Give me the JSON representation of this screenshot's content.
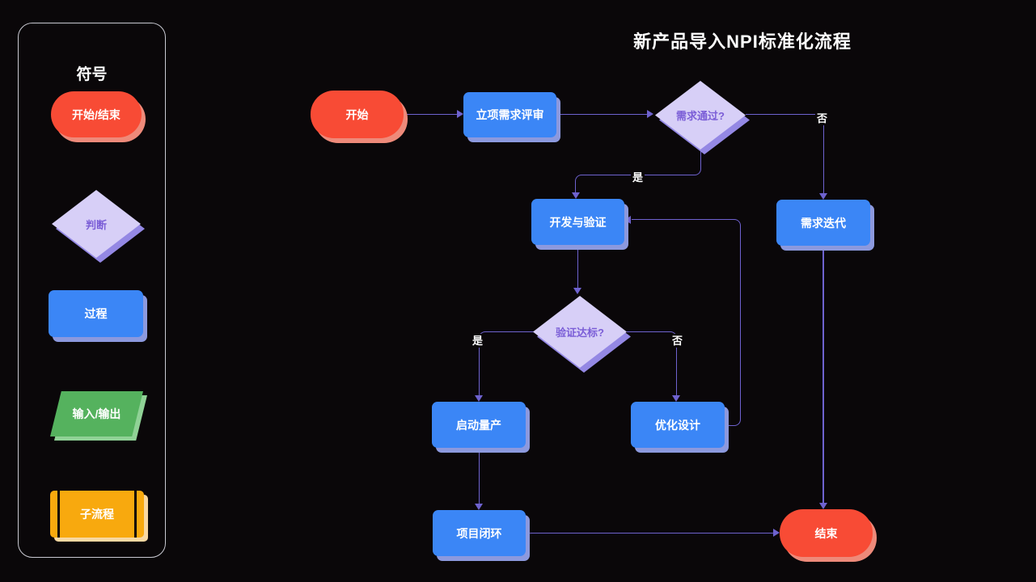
{
  "title": "新产品导入NPI标准化流程",
  "palette": {
    "background": "#0a0709",
    "terminator_red": "#f84b35",
    "process_blue": "#3b86f6",
    "decision_lavender": "#d7cff7",
    "decision_text": "#7b5ed7",
    "io_green": "#55b25e",
    "subprocess_yellow": "#f8a90e",
    "edge_purple": "#6e62cf",
    "text_white": "#ffffff"
  },
  "legend": {
    "title": "符号",
    "items": [
      {
        "type": "terminator",
        "label": "开始/结束"
      },
      {
        "type": "decision",
        "label": "判断"
      },
      {
        "type": "process",
        "label": "过程"
      },
      {
        "type": "io",
        "label": "输入/输出"
      },
      {
        "type": "subprocess",
        "label": "子流程"
      }
    ]
  },
  "flow": {
    "nodes": {
      "start": {
        "type": "terminator",
        "label": "开始"
      },
      "review": {
        "type": "process",
        "label": "立项需求评审"
      },
      "req_pass": {
        "type": "decision",
        "label": "需求通过?"
      },
      "dev": {
        "type": "process",
        "label": "开发与验证"
      },
      "req_iter": {
        "type": "process",
        "label": "需求迭代"
      },
      "verify": {
        "type": "decision",
        "label": "验证达标?"
      },
      "mass": {
        "type": "process",
        "label": "启动量产"
      },
      "optimize": {
        "type": "process",
        "label": "优化设计"
      },
      "closure": {
        "type": "process",
        "label": "项目闭环"
      },
      "end": {
        "type": "terminator",
        "label": "结束"
      }
    },
    "edges": [
      {
        "from": "start",
        "to": "review",
        "label": ""
      },
      {
        "from": "review",
        "to": "req_pass",
        "label": ""
      },
      {
        "from": "req_pass",
        "to": "req_iter",
        "label": "否"
      },
      {
        "from": "req_pass",
        "to": "dev",
        "label": "是"
      },
      {
        "from": "dev",
        "to": "verify",
        "label": ""
      },
      {
        "from": "verify",
        "to": "mass",
        "label": "是"
      },
      {
        "from": "verify",
        "to": "optimize",
        "label": "否"
      },
      {
        "from": "optimize",
        "to": "dev",
        "label": ""
      },
      {
        "from": "mass",
        "to": "closure",
        "label": ""
      },
      {
        "from": "closure",
        "to": "end",
        "label": ""
      },
      {
        "from": "req_iter",
        "to": "end",
        "label": ""
      }
    ]
  }
}
